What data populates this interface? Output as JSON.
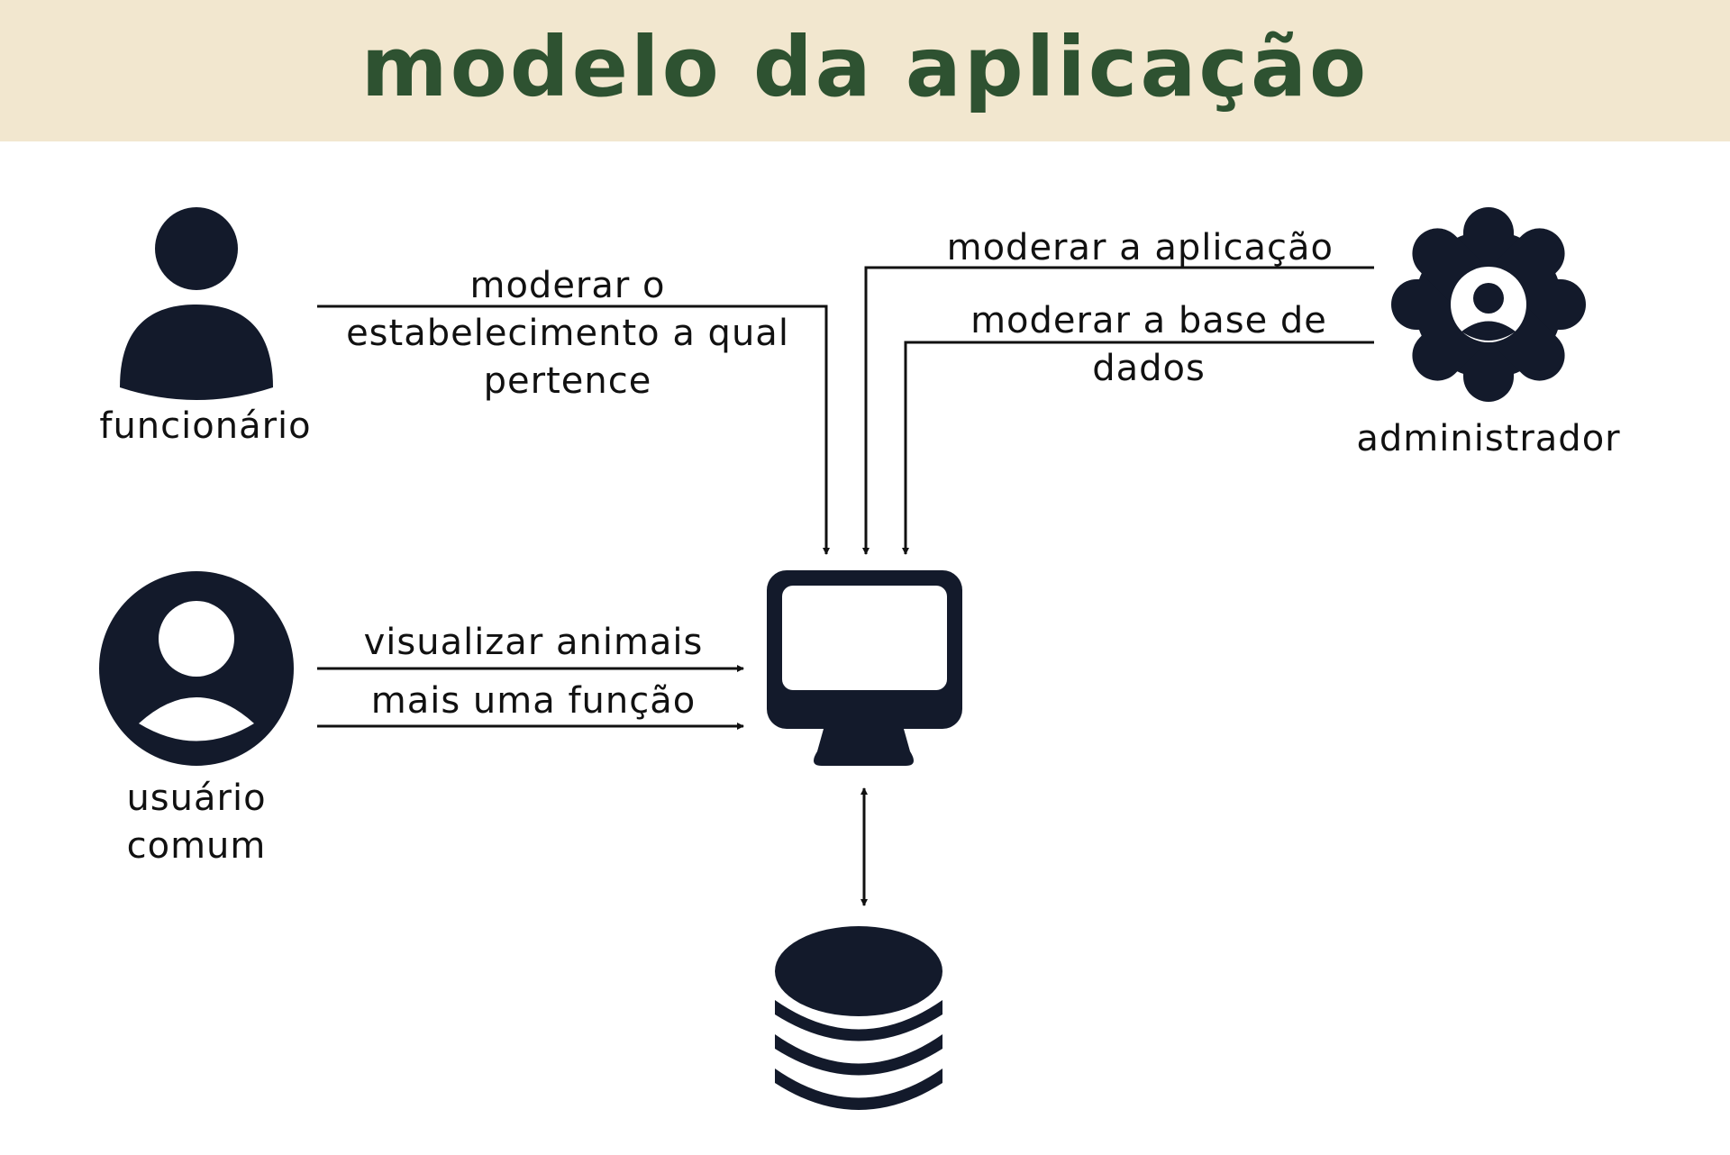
{
  "title": "modelo da aplicação",
  "colors": {
    "header_bg": "#f2e7cf",
    "title": "#2e5231",
    "icon": "#131a2b",
    "line": "#111111"
  },
  "actors": {
    "funcionario": {
      "label": "funcionário",
      "icon": "person-icon"
    },
    "usuario": {
      "label": "usuário comum",
      "icon": "user-circle-icon"
    },
    "administrador": {
      "label": "administrador",
      "icon": "admin-gear-icon"
    }
  },
  "system": {
    "icon": "monitor-icon"
  },
  "database": {
    "icon": "database-icon"
  },
  "connections": {
    "funcionario_action": "moderar o estabelecimento a qual pertence",
    "admin_action_1": "moderar a aplicação",
    "admin_action_2": "moderar a base de dados",
    "usuario_action_1": "visualizar animais",
    "usuario_action_2": "mais uma função"
  }
}
